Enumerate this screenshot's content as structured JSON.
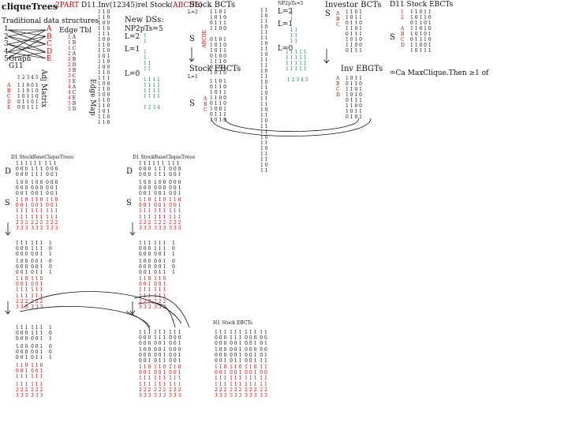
{
  "header": {
    "title": "cliqueTrees",
    "part_label": "2PART",
    "caption_left": "D11.Inv(12345)rel Stock(",
    "caption_set": "ABCDE",
    "caption_right": ")"
  },
  "traditional": {
    "heading": "Traditional data structures",
    "left_nodes": [
      "1",
      "2",
      "3",
      "4",
      "5"
    ],
    "right_nodes": [
      "A",
      "B",
      "C",
      "D",
      "E"
    ],
    "graph_label": "Graph",
    "graph_sub": "G11",
    "edge_tbl": "Edge Tbl",
    "adj_matrix": "Adj Matrix",
    "edge_map": "Edge Map"
  },
  "new_ds": {
    "heading": "New DSs:",
    "np": "NP2pTs=5",
    "levels": [
      "L=2",
      "L=1",
      "L=0"
    ]
  },
  "stock_bcts": {
    "heading": "Stock BCTs",
    "l_label": "L=2",
    "l2": "L=1",
    "s_label": "S",
    "ebcts": "Stock EBCTs"
  },
  "np2": {
    "heading": "NP2pTs=5",
    "levels": [
      "L=2",
      "L=1",
      "L=0"
    ]
  },
  "investor": {
    "heading": "Investor BCTs",
    "s_label": "S",
    "inv_ebgts": "Inv EBGTs"
  },
  "d11": {
    "heading": "D11 Stock EBCTs",
    "s_label": "S",
    "note": "=Ca MaxClique.Then ≥1 of"
  },
  "lower": {
    "left_heading": "D1 StockBaseCliqueTrees",
    "mid_heading": "D1 StockBaseCliqueTrees",
    "h1_heading": "H1 Stock EBCTs",
    "d_label": "D",
    "s_label": "S"
  }
}
